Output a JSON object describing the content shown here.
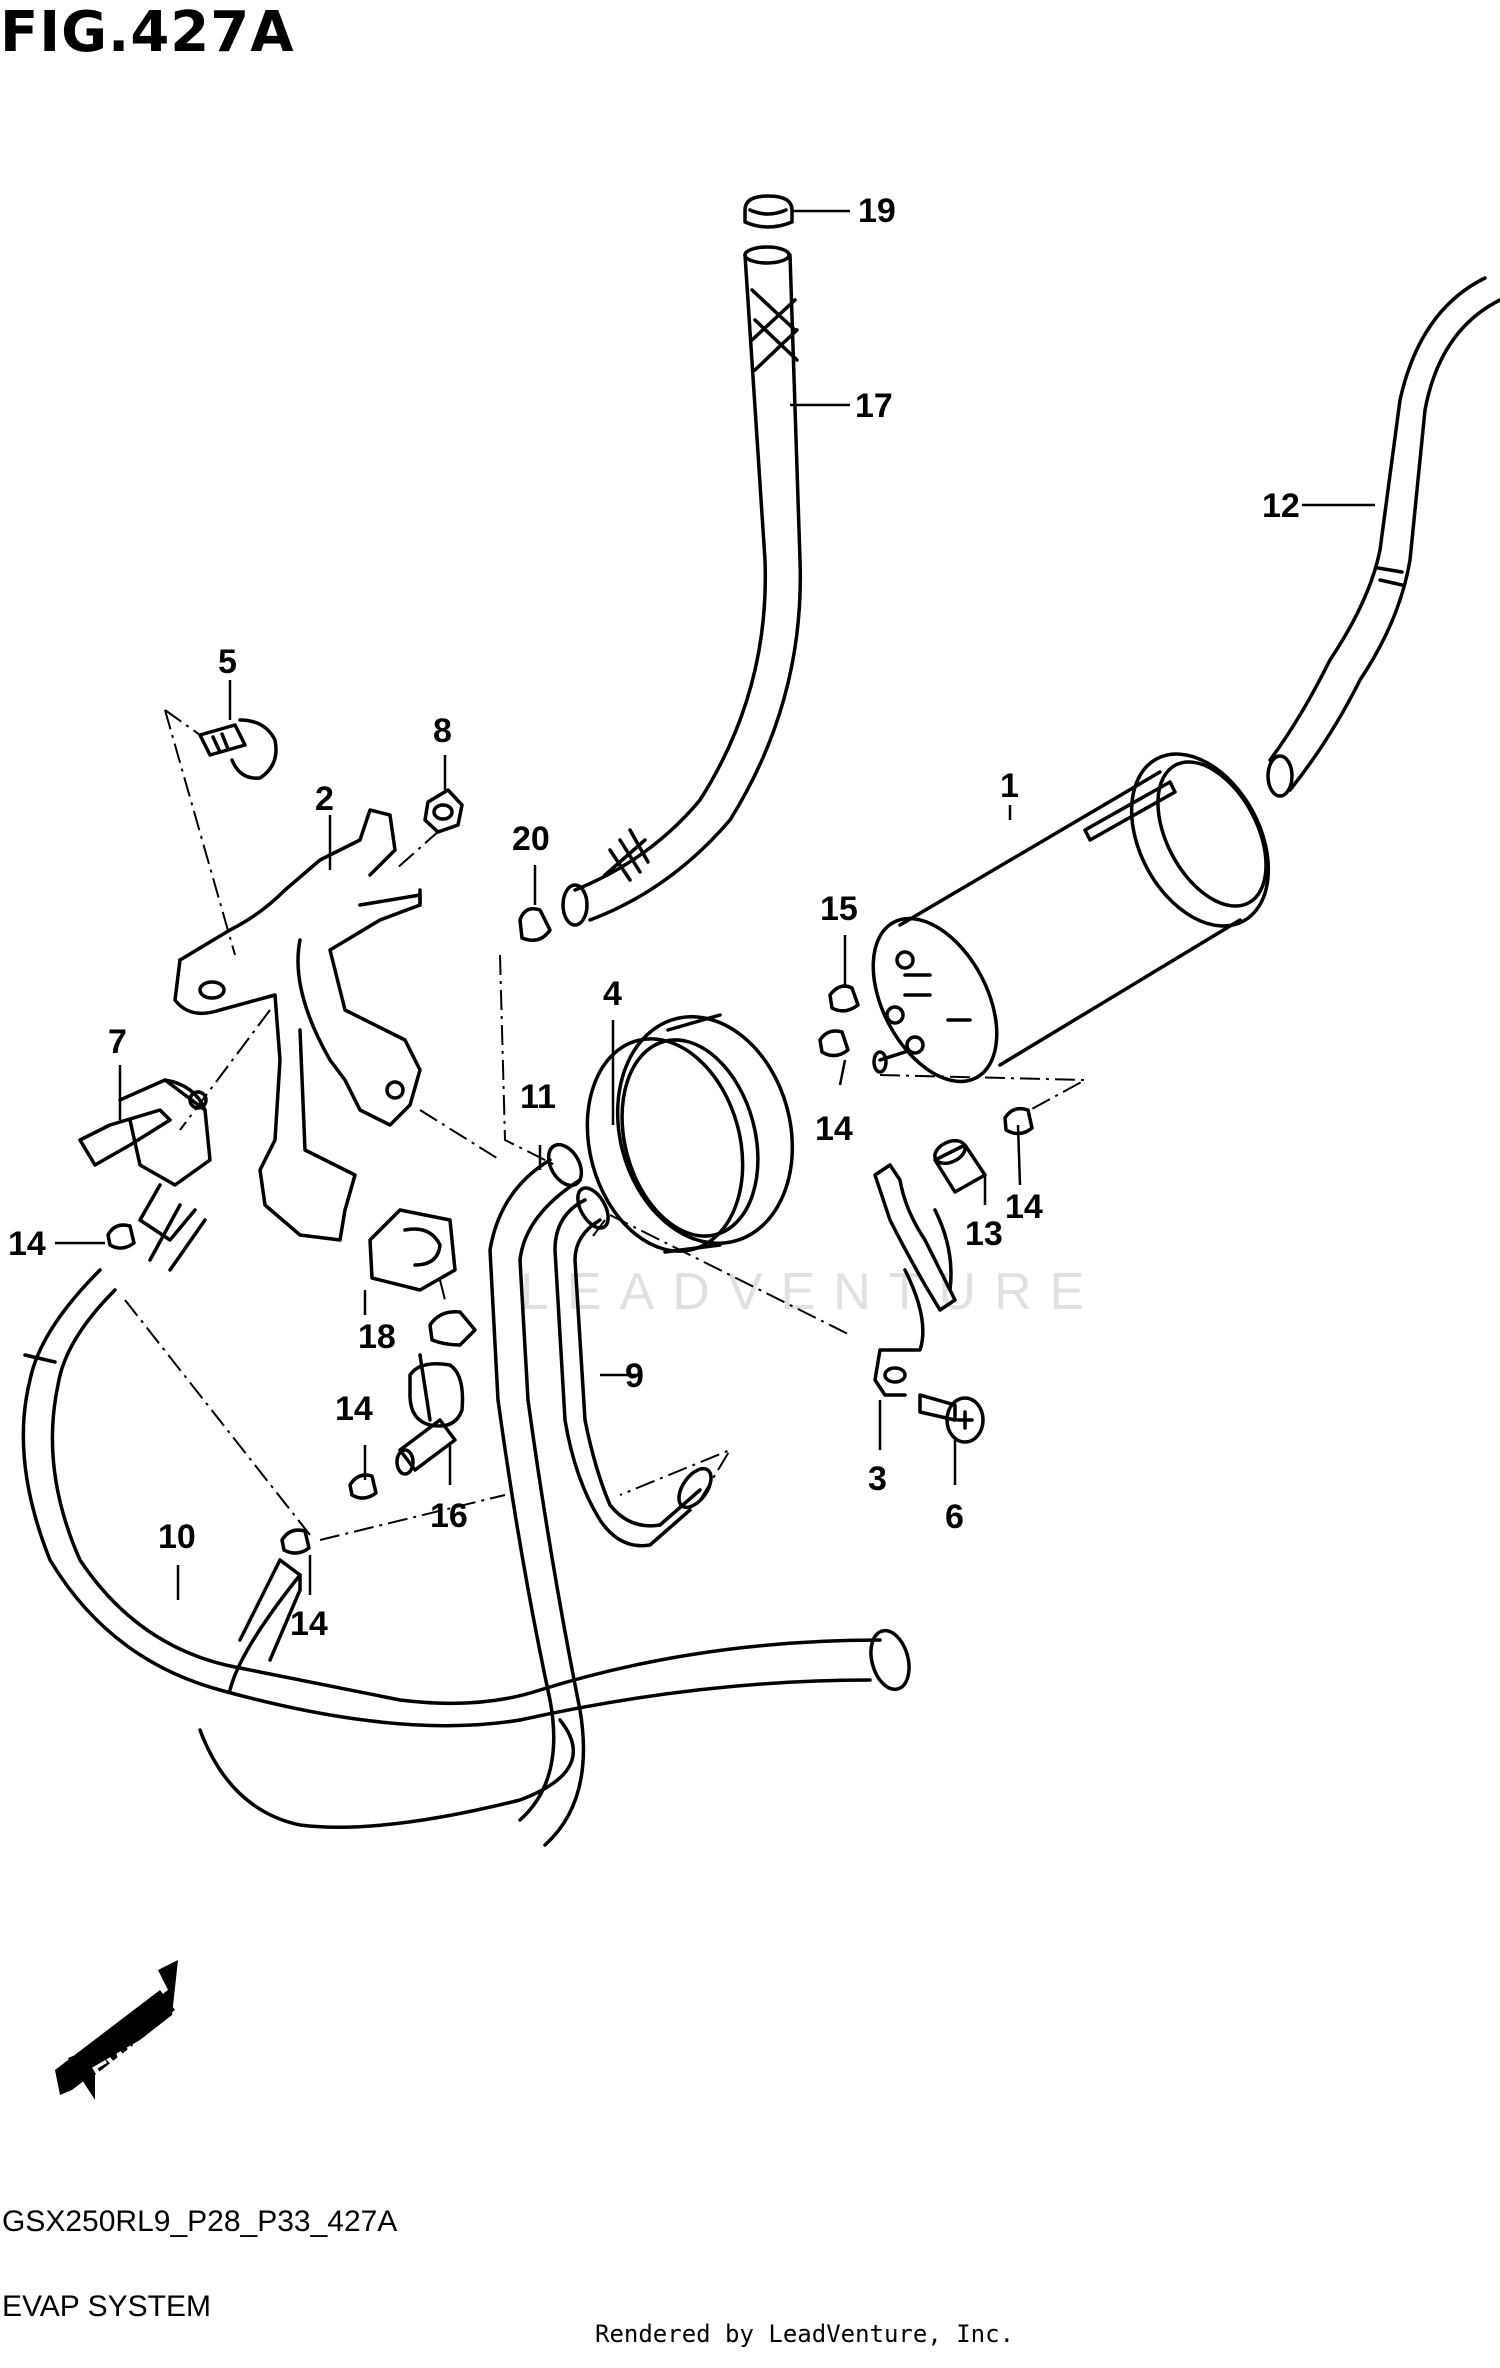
{
  "title": "FIG.427A",
  "callouts": {
    "c1": "1",
    "c2": "2",
    "c3": "3",
    "c4": "4",
    "c5": "5",
    "c6": "6",
    "c7": "7",
    "c8": "8",
    "c9": "9",
    "c10": "10",
    "c11": "11",
    "c12": "12",
    "c13": "13",
    "c14a": "14",
    "c14b": "14",
    "c14c": "14",
    "c14d": "14",
    "c14e": "14",
    "c15": "15",
    "c16": "16",
    "c17": "17",
    "c18": "18",
    "c19": "19",
    "c20": "20"
  },
  "fwd_label": "FWD",
  "watermark": "LEADVENTURE",
  "footer": {
    "code": "GSX250RL9_P28_P33_427A",
    "name": "EVAP SYSTEM",
    "rendered": "Rendered by LeadVenture, Inc."
  }
}
